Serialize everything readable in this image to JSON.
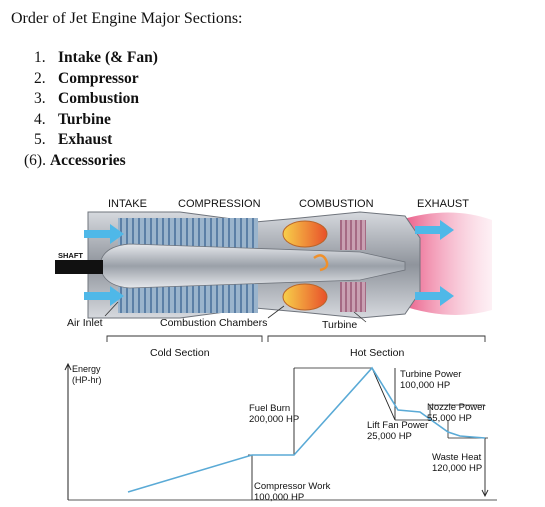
{
  "title": "Order of Jet Engine Major Sections:",
  "sections": [
    {
      "number": "1.",
      "label": "Intake (& Fan)"
    },
    {
      "number": "2.",
      "label": "Compressor"
    },
    {
      "number": "3.",
      "label": "Combustion"
    },
    {
      "number": "4.",
      "label": "Turbine"
    },
    {
      "number": "5.",
      "label": "Exhaust"
    },
    {
      "number": "(6).",
      "label": "Accessories"
    }
  ],
  "engine_diagram": {
    "stage_labels": {
      "intake": "INTAKE",
      "compression": "COMPRESSION",
      "combustion": "COMBUSTION",
      "exhaust": "EXHAUST"
    },
    "shaft_label": "SHAFT",
    "callouts": {
      "air_inlet": "Air Inlet",
      "combustion_chambers": "Combustion Chambers",
      "turbine": "Turbine"
    },
    "region_labels": {
      "cold": "Cold Section",
      "hot": "Hot Section"
    },
    "colors": {
      "flow_arrow": "#4fb8e8",
      "exhaust_plume": "#f07aa0",
      "flame": "#f0902a",
      "casing": "#b8bcc4"
    }
  },
  "energy_chart": {
    "axis_label_line1": "Energy",
    "axis_label_line2": "(HP-hr)",
    "annotations": {
      "fuel_burn": {
        "line1": "Fuel Burn",
        "line2": "200,000 HP"
      },
      "turbine_power": {
        "line1": "Turbine Power",
        "line2": "100,000 HP"
      },
      "nozzle_power": {
        "line1": "Nozzle Power",
        "line2": "55,000 HP"
      },
      "lift_fan_power": {
        "line1": "Lift Fan Power",
        "line2": "25,000 HP"
      },
      "waste_heat": {
        "line1": "Waste Heat",
        "line2": "120,000 HP"
      },
      "compressor_work": {
        "line1": "Compressor Work",
        "line2": "100,000 HP"
      }
    },
    "line_color": "#5aaad6"
  }
}
